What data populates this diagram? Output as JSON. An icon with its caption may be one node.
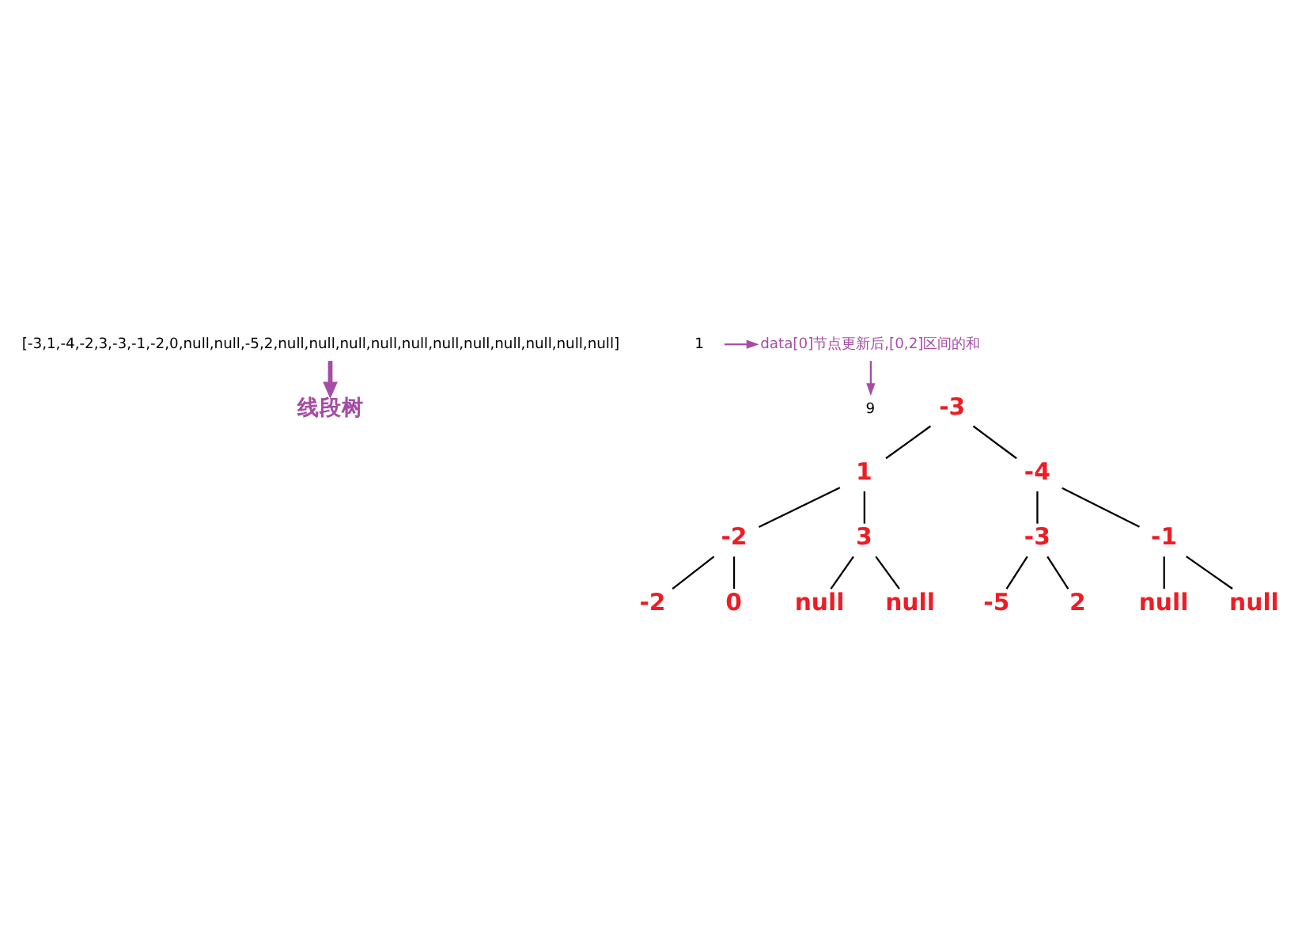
{
  "diagram": {
    "nodes": [
      {
        "text": [
          "[-3,1,-4,-2,3,-3,-1,-2,0,null,null,-5,2,null,null,null,null,null,null,null,null,null,null,null]"
        ]
      },
      {
        "text": [
          "1"
        ]
      },
      {
        "text": [
          "9"
        ]
      },
      {
        "text": [
          "data[0]节点更新后,[0,2]区间的和"
        ]
      },
      {
        "text": [
          "线段树"
        ]
      },
      {
        "text": [
          "-3"
        ]
      },
      {
        "text": [
          "1"
        ]
      },
      {
        "text": [
          "-4"
        ]
      },
      {
        "text": [
          "-2"
        ]
      },
      {
        "text": [
          "3"
        ]
      },
      {
        "text": [
          "-3"
        ]
      },
      {
        "text": [
          "-1"
        ]
      },
      {
        "text": [
          "-2"
        ]
      },
      {
        "text": [
          "0"
        ]
      },
      {
        "text": [
          "null"
        ]
      },
      {
        "text": [
          "null"
        ]
      },
      {
        "text": [
          "-5"
        ]
      },
      {
        "text": [
          "2"
        ]
      },
      {
        "text": [
          "null"
        ]
      },
      {
        "text": [
          "null"
        ]
      }
    ],
    "edges": [
      {
        "from": 0,
        "to": 4,
        "arrow": "to",
        "style": "thick",
        "color": "#a64ca6"
      },
      {
        "from": 1,
        "to": 3,
        "arrow": "to",
        "color": "#a64ca6"
      },
      {
        "from": 3,
        "to": 2,
        "arrow": "to",
        "color": "#a64ca6"
      },
      {
        "from": 5,
        "to": 6,
        "arrow": "none"
      },
      {
        "from": 5,
        "to": 7,
        "arrow": "none"
      },
      {
        "from": 6,
        "to": 8,
        "arrow": "none"
      },
      {
        "from": 6,
        "to": 9,
        "arrow": "none"
      },
      {
        "from": 7,
        "to": 10,
        "arrow": "none"
      },
      {
        "from": 7,
        "to": 11,
        "arrow": "none"
      },
      {
        "from": 8,
        "to": 12,
        "arrow": "none"
      },
      {
        "from": 8,
        "to": 13,
        "arrow": "none"
      },
      {
        "from": 9,
        "to": 14,
        "arrow": "none"
      },
      {
        "from": 9,
        "to": 15,
        "arrow": "none"
      },
      {
        "from": 10,
        "to": 16,
        "arrow": "none"
      },
      {
        "from": 10,
        "to": 17,
        "arrow": "none"
      },
      {
        "from": 11,
        "to": 18,
        "arrow": "none"
      },
      {
        "from": 11,
        "to": 19,
        "arrow": "none"
      }
    ]
  }
}
